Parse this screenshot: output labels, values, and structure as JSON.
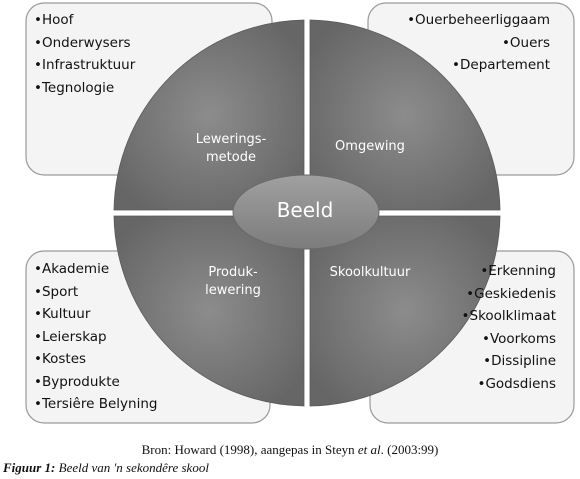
{
  "boxes": {
    "top_left": [
      "•Hoof",
      "•Onderwysers",
      "•Infrastruktuur",
      "•Tegnologie"
    ],
    "top_right": [
      "•Ouerbeheerliggaam",
      "•Ouers",
      "•Departement"
    ],
    "bottom_left": [
      "•Akademie",
      "•Sport",
      "•Kultuur",
      "•Leierskap",
      "•Kostes",
      "•Byprodukte",
      "•Tersiêre Belyning"
    ],
    "bottom_right": [
      "•Erkenning",
      "•Geskiedenis",
      "•Skoolklimaat",
      "•Voorkoms",
      "•Dissipline",
      "•Godsdiens"
    ]
  },
  "quadrants": {
    "top_left": [
      "Lewerings-",
      "metode"
    ],
    "top_right": [
      "Omgewing"
    ],
    "bottom_left": [
      "Produk-",
      "lewering"
    ],
    "bottom_right": [
      "Skoolkultuur"
    ]
  },
  "center": "Beeld",
  "captions": {
    "source_prefix": "Bron:  Howard (1998), aangepas in Steyn ",
    "source_italic": "et al",
    "source_suffix": ". (2003:99)",
    "figure_label": "Figuur 1:",
    "figure_text": " Beeld van 'n sekondêre skool"
  },
  "colors": {
    "box_fill": "#f4f4f4",
    "box_stroke": "#9a9a9a",
    "quadrant_fill": "#747474",
    "center_fill": "#8a8a8a"
  }
}
